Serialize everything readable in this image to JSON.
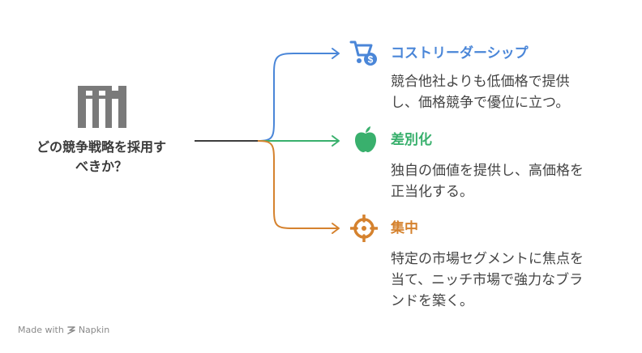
{
  "colors": {
    "root_line": "#3d3d3d",
    "root_icon": "#7a7a7a",
    "cost": "#4a86d8",
    "diff": "#39b06d",
    "focus": "#d5822e",
    "text": "#444444"
  },
  "root": {
    "icon": "maze-icon",
    "title_lines": [
      "どの競争戦略を採用す",
      "べきか？"
    ]
  },
  "branches": [
    {
      "id": "cost",
      "icon": "shopping-cart-dollar-icon",
      "title": "コストリーダーシップ",
      "desc_lines": [
        "競合他社よりも低価格で提供",
        "し、価格競争で優位に立つ。"
      ]
    },
    {
      "id": "diff",
      "icon": "apple-icon",
      "title": "差別化",
      "desc_lines": [
        "独自の価値を提供し、高価格を",
        "正当化する。"
      ]
    },
    {
      "id": "focus",
      "icon": "crosshair-icon",
      "title": "集中",
      "desc_lines": [
        "特定の市場セグメントに焦点を",
        "当て、ニッチ市場で強力なブラ",
        "ンドを築く。"
      ]
    }
  ],
  "footer": {
    "made_with": "Made with",
    "brand": "Napkin",
    "icon": "napkin-logo-icon"
  }
}
